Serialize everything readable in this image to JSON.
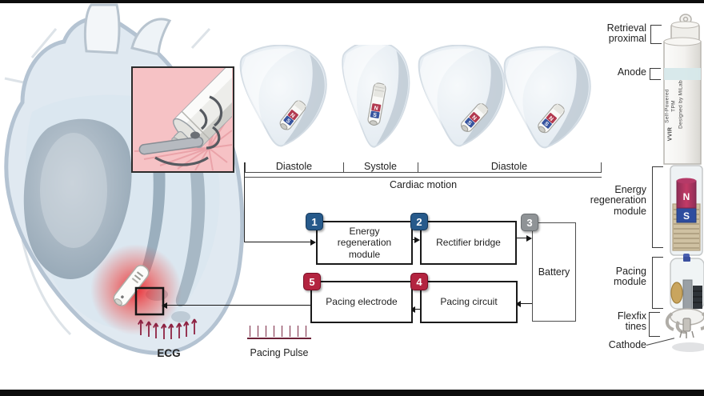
{
  "cardiac": {
    "phase1": "Diastole",
    "phase2": "Systole",
    "phase3": "Diastole",
    "caption": "Cardiac motion"
  },
  "flow": {
    "box1": {
      "num": "1",
      "label": "Energy\nregeneration\nmodule"
    },
    "box2": {
      "num": "2",
      "label": "Rectifier bridge"
    },
    "box3": {
      "num": "3",
      "label": "Battery"
    },
    "box4": {
      "num": "4",
      "label": "Pacing circuit"
    },
    "box5": {
      "num": "5",
      "label": "Pacing electrode"
    }
  },
  "signals": {
    "ecg_label": "ECG",
    "pacing_label": "Pacing Pulse"
  },
  "device": {
    "label_retrieval": "Retrieval\nproximal",
    "label_anode": "Anode",
    "label_energy": "Energy\nregeneration\nmodule",
    "label_pacing": "Pacing\nmodule",
    "label_flexfix": "Flexfix\ntines",
    "label_cathode": "Cathode",
    "print_line1": "Self-Powered",
    "print_line2": "TPM",
    "print_line3": "Designed by MiLab",
    "print_mode": "VVIR",
    "magnet_n": "N",
    "magnet_s": "S"
  },
  "colors": {
    "badge_blue": "#275a8b",
    "badge_gray": "#8f9396",
    "badge_red": "#b32440",
    "ecg_trace": "#8e2242",
    "pacing_trace": "#7a2742",
    "anode_band": "#d6e8ea",
    "magnet_n": "#b03a64",
    "magnet_s": "#2e4d9e",
    "coil": "#cfc1a2",
    "inset_bg": "#f6c2c5",
    "glow_red": "#ed1c24"
  }
}
